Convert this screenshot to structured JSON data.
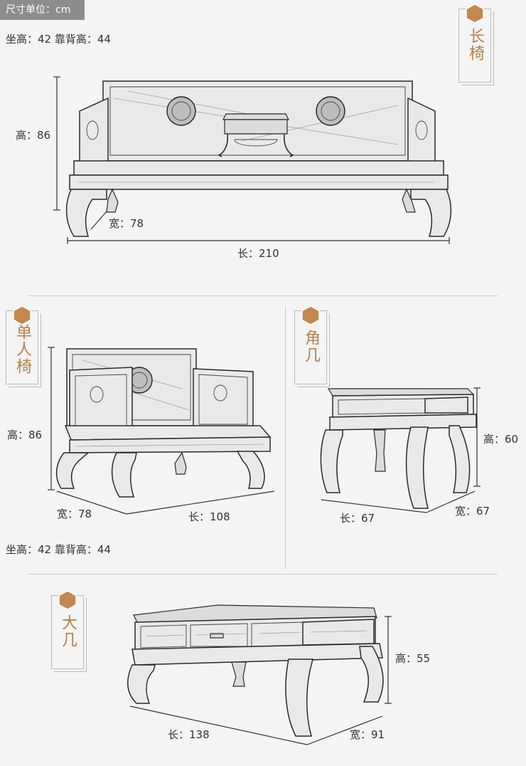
{
  "unit_label": "尺寸单位：cm",
  "sofa": {
    "tag": "长椅",
    "note": "坐高：42  靠背高：44",
    "height": "高：86",
    "width": "宽：78",
    "length": "长：210"
  },
  "armchair": {
    "tag": "单人椅",
    "height": "高：86",
    "width": "宽：78",
    "length": "长：108",
    "note": "坐高：42   靠背高：44"
  },
  "corner_table": {
    "tag": "角几",
    "height": "高：60",
    "length": "长：67",
    "width": "宽：67"
  },
  "coffee_table": {
    "tag": "大几",
    "height": "高：55",
    "length": "长：138",
    "width": "宽：91"
  },
  "colors": {
    "accent": "#b5804a",
    "hexagon": "#c4874c",
    "badge_bg": "#8c8c8c",
    "background": "#f4f4f4"
  }
}
